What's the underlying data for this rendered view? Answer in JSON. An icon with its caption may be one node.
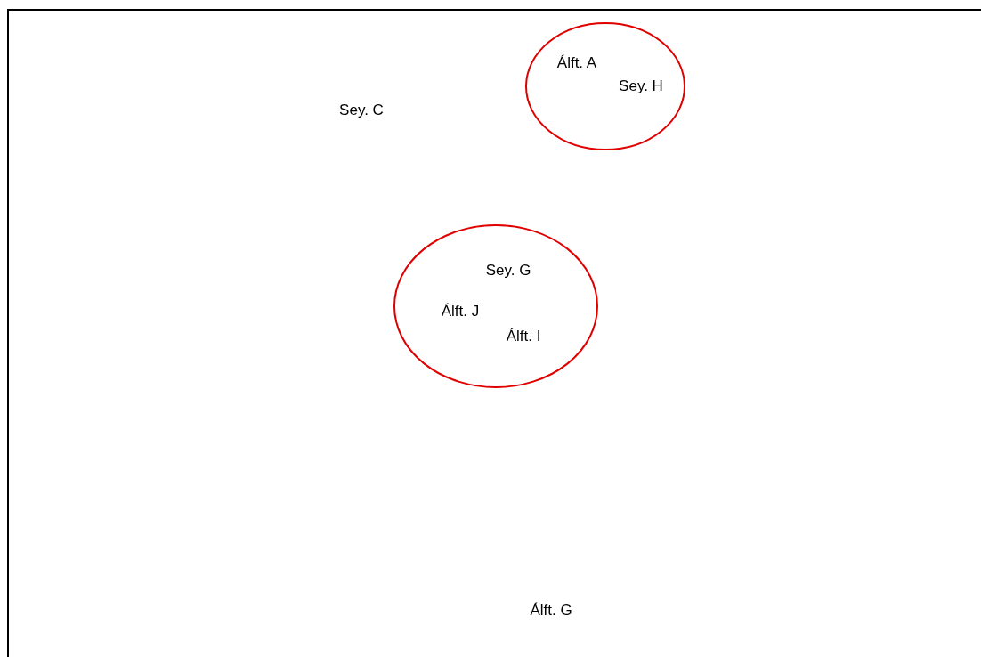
{
  "diagram": {
    "nodes": [
      {
        "text": [
          "Álft. A",
          "Sey. H"
        ]
      },
      {
        "text": [
          "Sey. G",
          "Álft. J",
          "Álft. I"
        ]
      }
    ],
    "edges": [],
    "labels": [
      "Sey. C",
      "Álft. G"
    ]
  }
}
